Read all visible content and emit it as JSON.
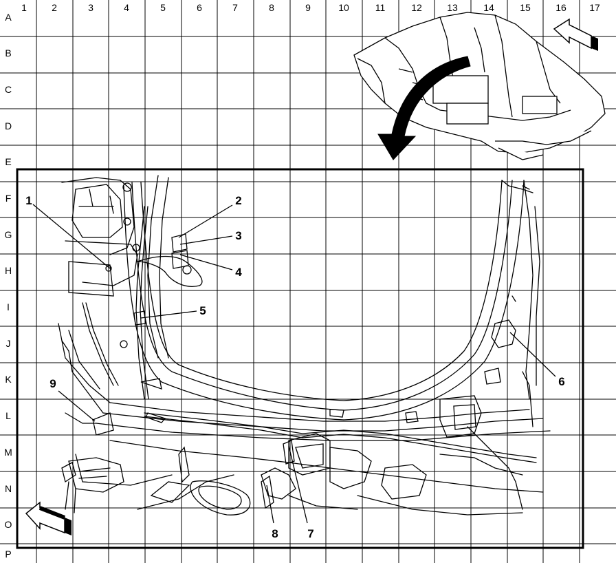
{
  "grid": {
    "columns": [
      "1",
      "2",
      "3",
      "4",
      "5",
      "6",
      "7",
      "8",
      "9",
      "10",
      "11",
      "12",
      "13",
      "14",
      "15",
      "16",
      "17"
    ],
    "rows": [
      "A",
      "B",
      "C",
      "D",
      "E",
      "F",
      "G",
      "H",
      "I",
      "J",
      "K",
      "L",
      "M",
      "N",
      "O",
      "P"
    ]
  },
  "callouts": [
    "1",
    "2",
    "3",
    "4",
    "5",
    "6",
    "7",
    "8",
    "9"
  ],
  "views": {
    "overview": "vehicle-body-isometric",
    "detail": "side-body-opening-harness-routing"
  },
  "icons": {
    "front_arrow_top": "direction-arrow-icon",
    "front_arrow_bottom": "direction-arrow-icon",
    "zoom_arrow": "curved-arrow-icon"
  },
  "colors": {
    "line": "#000000",
    "background": "#ffffff"
  }
}
